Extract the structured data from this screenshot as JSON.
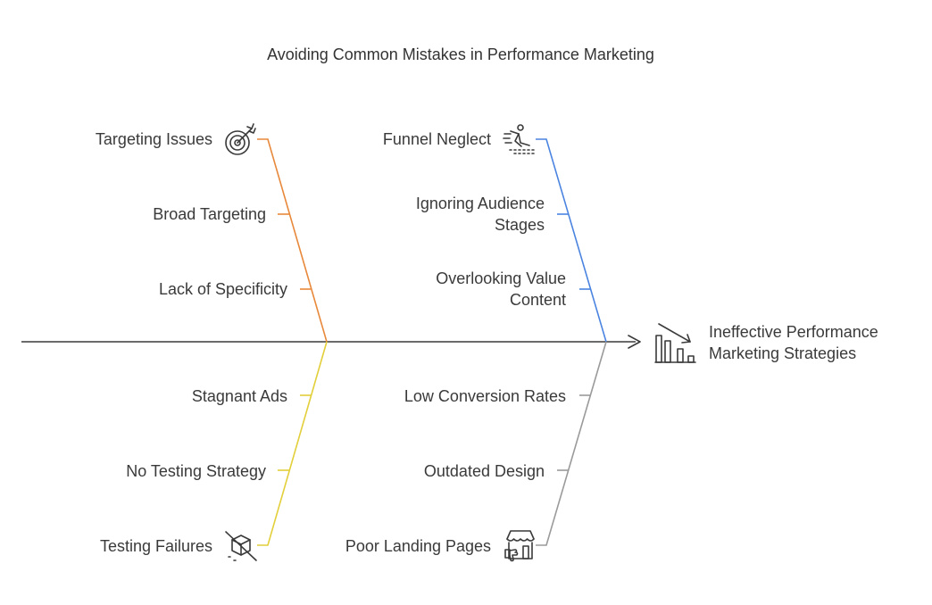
{
  "title": "Avoiding Common Mistakes in Performance Marketing",
  "effect": {
    "line1": "Ineffective Performance",
    "line2": "Marketing Strategies",
    "icon": "declining-bar-chart-icon"
  },
  "categories": {
    "targeting": {
      "label": "Targeting Issues",
      "icon": "target-dart-icon",
      "color": "#e8883a",
      "causes": [
        "Broad Targeting",
        "Lack of Specificity"
      ]
    },
    "funnel": {
      "label": "Funnel Neglect",
      "icon": "sliding-person-icon",
      "color": "#4a84e0",
      "causes": [
        [
          "Ignoring Audience",
          "Stages"
        ],
        [
          "Overlooking Value",
          "Content"
        ]
      ]
    },
    "testing": {
      "label": "Testing Failures",
      "icon": "broken-cube-icon",
      "color": "#e2cf3a",
      "causes": [
        "Stagnant Ads",
        "No Testing Strategy"
      ]
    },
    "landing": {
      "label": "Poor Landing Pages",
      "icon": "storefront-thumbs-down-icon",
      "color": "#9a9a9a",
      "causes": [
        "Low Conversion Rates",
        "Outdated Design"
      ]
    }
  },
  "colors": {
    "spine": "#3a3a3a",
    "text": "#3a3a3a"
  }
}
